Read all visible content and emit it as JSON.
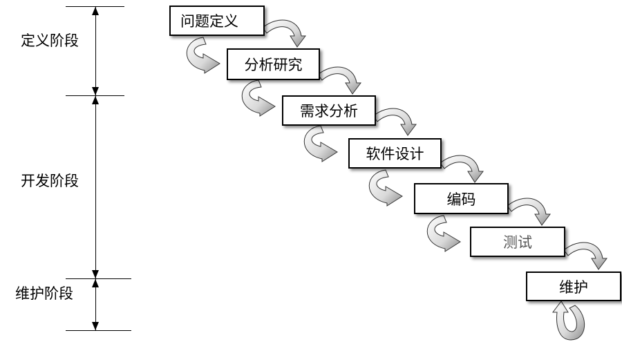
{
  "stages": [
    {
      "label": "定义阶段"
    },
    {
      "label": "开发阶段"
    },
    {
      "label": "维护阶段"
    }
  ],
  "phases": [
    {
      "label": "问题定义"
    },
    {
      "label": "分析研究"
    },
    {
      "label": "需求分析"
    },
    {
      "label": "软件设计"
    },
    {
      "label": "编码"
    },
    {
      "label": "测试"
    },
    {
      "label": "维护"
    }
  ],
  "colors": {
    "arrow_fill": "#e9e9e9",
    "arrow_dark": "#9a9a9a",
    "line": "#000000"
  }
}
